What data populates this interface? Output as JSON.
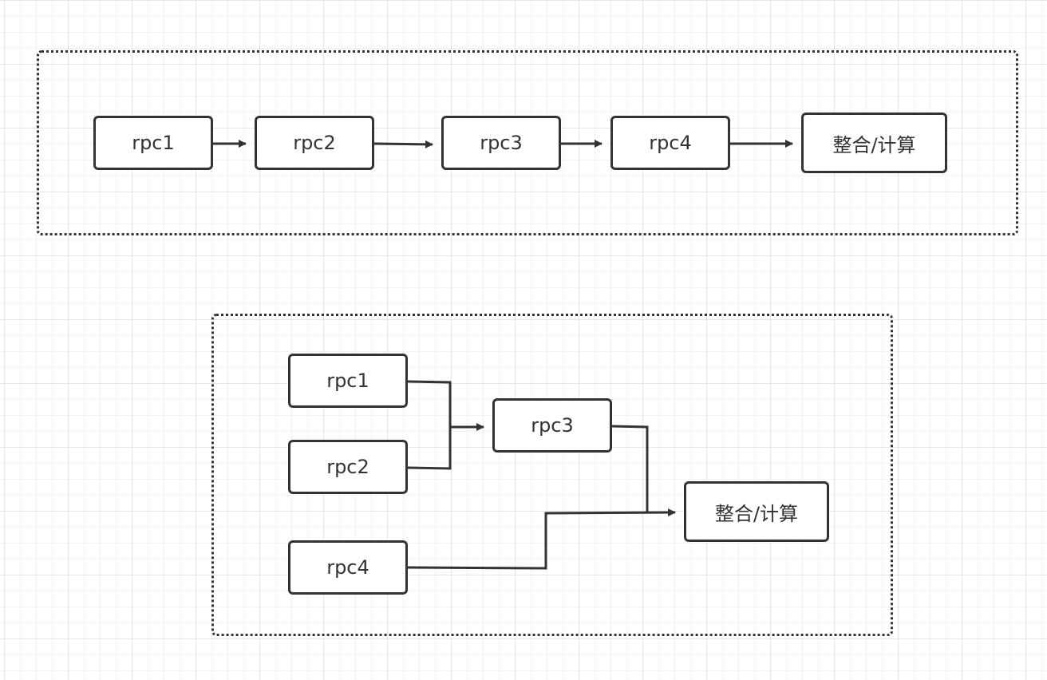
{
  "colors": {
    "stroke": "#333333",
    "background": "#ffffff",
    "grid": "#e6e6e6"
  },
  "sequential": {
    "nodes": [
      "rpc1",
      "rpc2",
      "rpc3",
      "rpc4",
      "整合/计算"
    ]
  },
  "parallel": {
    "nodes": {
      "rpc1": "rpc1",
      "rpc2": "rpc2",
      "rpc3": "rpc3",
      "rpc4": "rpc4",
      "merge": "整合/计算"
    }
  }
}
